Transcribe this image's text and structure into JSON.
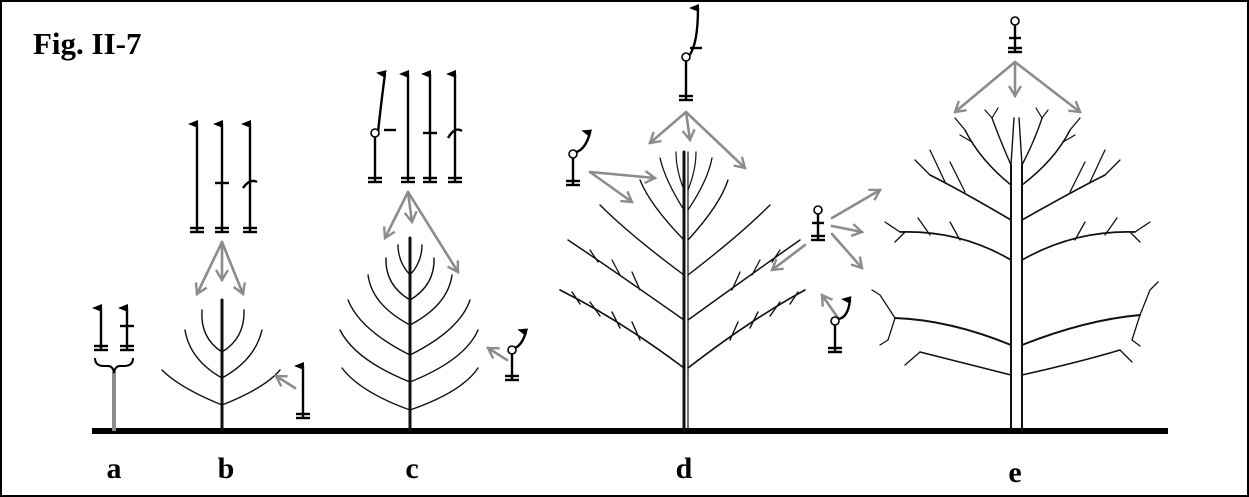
{
  "figure": {
    "title": "Fig. II-7",
    "stages": [
      {
        "label": "a"
      },
      {
        "label": "b"
      },
      {
        "label": "c"
      },
      {
        "label": "d"
      },
      {
        "label": "e"
      }
    ]
  },
  "colors": {
    "ink": "#000000",
    "arrow": "#8c8c8c",
    "ground": "#000000"
  },
  "icons": [
    "black-arrow-symbol",
    "curved-arrow-symbol",
    "circle-topped-stem-symbol",
    "grey-pointer-arrow",
    "brace-symbol"
  ]
}
